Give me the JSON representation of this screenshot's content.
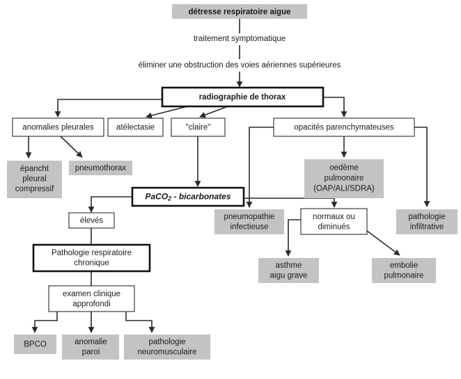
{
  "diagram": {
    "title": "détresse respiratoire aigue",
    "language": "fr",
    "nodes": {
      "root": "détresse respiratoire aigue",
      "step1": "traitement symptomatique",
      "step2": "éliminer une obstruction des voies aériennes supérieures",
      "xray": "radiographie de thorax",
      "pleural": "anomalies pleurales",
      "atelectasie": "atélectasie",
      "claire": "\"claire\"",
      "opacites": "opacités parenchymateuses",
      "epanchement_l1": "épancht",
      "epanchement_l2": "pleural",
      "epanchement_l3": "compressif",
      "pneumothorax": "pneumothorax",
      "oedeme_l1": "oedème",
      "oedeme_l2": "pulmonaire",
      "oedeme_l3": "(OAP/ALI/SDRA)",
      "paco2_pre": "PaCO",
      "paco2_sub": "2",
      "paco2_post": " - bicarbonates",
      "eleves": "élevés",
      "pneumopathie_l1": "pneumopathie",
      "pneumopathie_l2": "infectieuse",
      "normaux_l1": "normaux ou",
      "normaux_l2": "diminués",
      "patho_infiltrative_l1": "pathologie",
      "patho_infiltrative_l2": "infiltrative",
      "chronique_l1": "Pathologie respiratoire",
      "chronique_l2": "chronique",
      "asthme_l1": "asthme",
      "asthme_l2": "aigu grave",
      "embolie_l1": "embolie",
      "embolie_l2": "pulmonaire",
      "examen_l1": "examen clinique",
      "examen_l2": "approfondi",
      "bpco": "BPCO",
      "anomalie_paroi_l1": "anomalie",
      "anomalie_paroi_l2": "paroi",
      "neuromusculaire_l1": "pathologie",
      "neuromusculaire_l2": "neuromusculaire"
    },
    "colors": {
      "gray_fill": "#c3c3c3",
      "box_stroke": "#2a2a2a",
      "text": "#1a1a1a",
      "background": "#ffffff"
    }
  }
}
